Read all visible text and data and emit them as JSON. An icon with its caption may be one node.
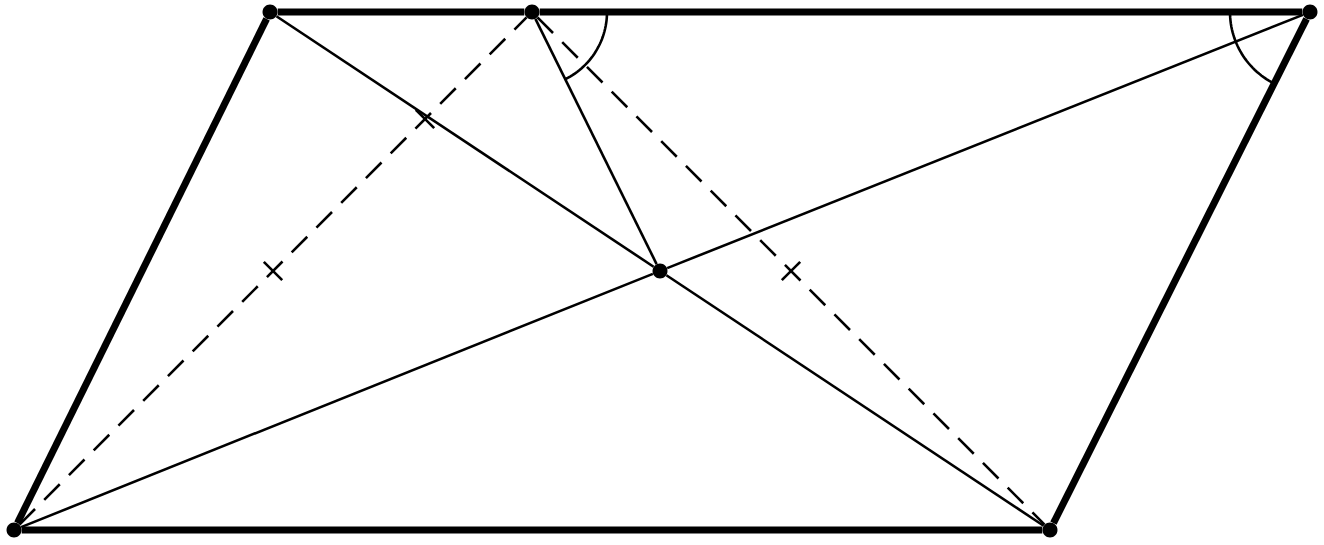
{
  "diagram": {
    "nodes": [
      {
        "text": [],
        "shape": "circle"
      },
      {
        "text": [],
        "shape": "circle"
      },
      {
        "text": [],
        "shape": "circle"
      },
      {
        "text": [],
        "shape": "circle"
      },
      {
        "text": [],
        "shape": "circle"
      },
      {
        "text": [],
        "shape": "circle"
      }
    ],
    "edges": [
      {
        "from": 0,
        "to": 1,
        "arrow": "none",
        "style": "thick"
      },
      {
        "from": 1,
        "to": 2,
        "arrow": "none",
        "style": "thick"
      },
      {
        "from": 2,
        "to": 5,
        "arrow": "none",
        "style": "thick"
      },
      {
        "from": 5,
        "to": 4,
        "arrow": "none",
        "style": "thick"
      },
      {
        "from": 4,
        "to": 0,
        "arrow": "none",
        "style": "thick"
      },
      {
        "from": 1,
        "to": 3,
        "arrow": "none"
      },
      {
        "from": 3,
        "to": 4,
        "arrow": "none"
      },
      {
        "from": 0,
        "to": 3,
        "arrow": "none"
      },
      {
        "from": 3,
        "to": 5,
        "arrow": "none"
      },
      {
        "from": 2,
        "to": 3,
        "arrow": "none"
      },
      {
        "from": 0,
        "to": 2,
        "arrow": "none",
        "style": "dashed"
      },
      {
        "from": 2,
        "to": 4,
        "arrow": "none",
        "style": "dashed"
      }
    ]
  }
}
